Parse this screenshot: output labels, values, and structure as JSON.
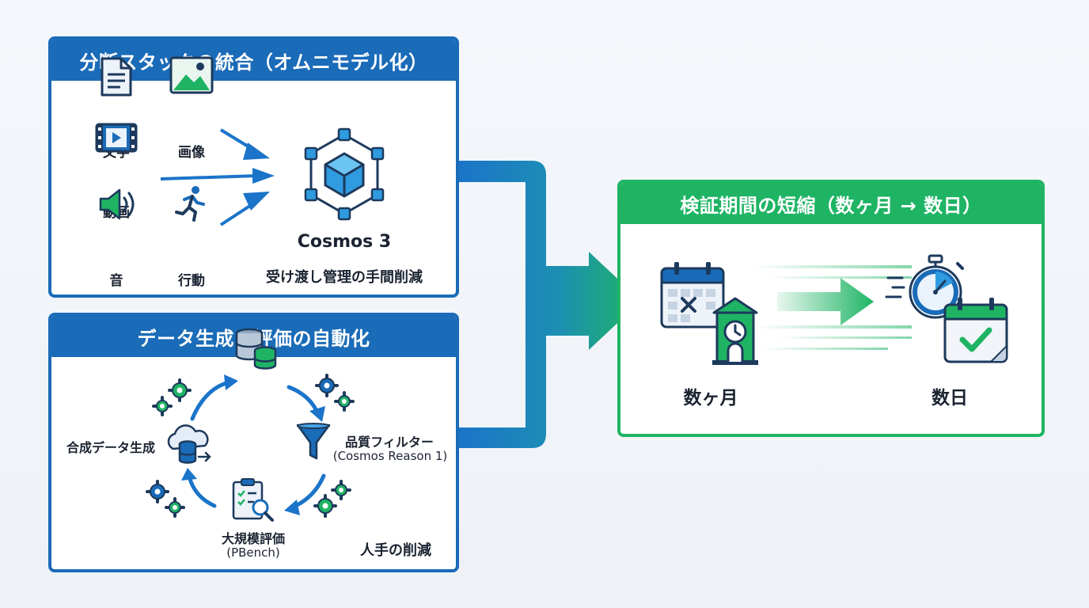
{
  "panel_omni": {
    "title": "分断スタックの統合（オムニモデル化）",
    "inputs": {
      "text": "文字",
      "image": "画像",
      "video": "動画",
      "audio": "音",
      "action": "行動"
    },
    "model_name": "Cosmos 3",
    "caption": "受け渡し管理の手間削減"
  },
  "panel_auto": {
    "title": "データ生成・評価の自動化",
    "steps": {
      "synthetic": "合成データ生成",
      "filter_line1": "品質フィルター",
      "filter_line2": "(Cosmos Reason 1)",
      "eval_line1": "大規模評価",
      "eval_line2": "(PBench)"
    },
    "caption": "人手の削減"
  },
  "panel_result": {
    "title": "検証期間の短縮（数ヶ月 → 数日）",
    "before_label": "数ヶ月",
    "after_label": "数日"
  },
  "colors": {
    "blue": "#1a6bb8",
    "green": "#1fb464",
    "arrow_blue": "#1b74c9"
  }
}
